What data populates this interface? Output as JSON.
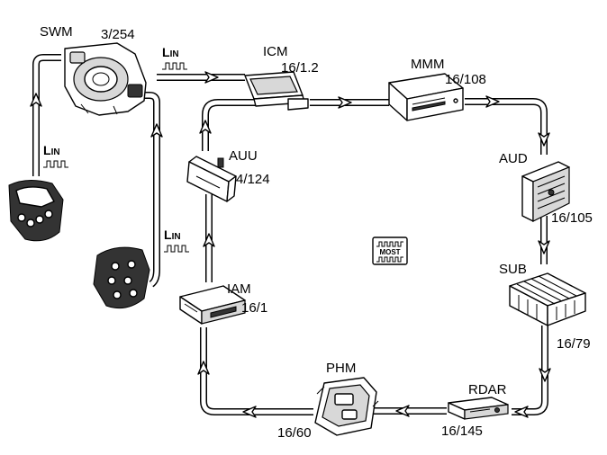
{
  "modules": {
    "swm": {
      "name": "SWM",
      "ref": "3/254"
    },
    "icm": {
      "name": "ICM",
      "ref": "16/1.2"
    },
    "mmm": {
      "name": "MMM",
      "ref": "16/108"
    },
    "aud": {
      "name": "AUD",
      "ref": "16/105"
    },
    "sub": {
      "name": "SUB",
      "ref": "16/79"
    },
    "rdar": {
      "name": "RDAR",
      "ref": "16/145"
    },
    "phm": {
      "name": "PHM",
      "ref": "16/60"
    },
    "iam": {
      "name": "IAM",
      "ref": "16/1"
    },
    "auu": {
      "name": "AUU",
      "ref": "4/124"
    }
  },
  "bus_labels": {
    "lin_prefix": "L",
    "lin_suffix": "IN",
    "most": "MOST"
  }
}
